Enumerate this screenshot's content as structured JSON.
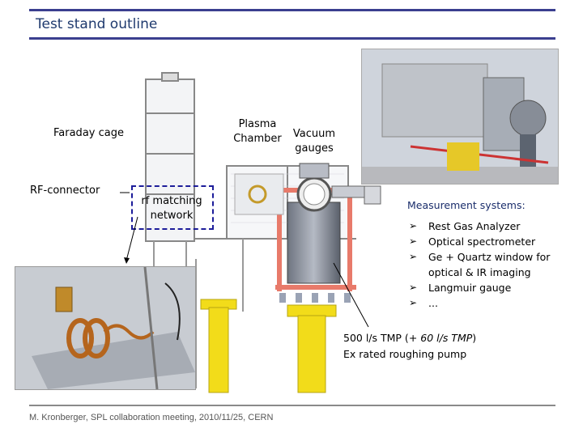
{
  "slide": {
    "title": "Test stand outline",
    "labels": {
      "faraday_cage": "Faraday cage",
      "plasma_chamber_line1": "Plasma",
      "plasma_chamber_line2": "Chamber",
      "vacuum_gauges_line1": "Vacuum",
      "vacuum_gauges_line2": "gauges",
      "rf_connector": "RF-connector",
      "rf_matching_line1": "rf matching",
      "rf_matching_line2": "network"
    },
    "measurement": {
      "title": "Measurement systems:",
      "items": [
        [
          "Rest Gas Analyzer"
        ],
        [
          "Optical spectrometer"
        ],
        [
          "Ge + Quartz window  for",
          "optical & IR imaging"
        ],
        [
          "Langmuir gauge"
        ],
        [
          "..."
        ]
      ]
    },
    "pump": {
      "line1_normal": "500 l/s TMP (",
      "line1_italic": "+ 60 l/s TMP",
      "line1_end": ")",
      "line2": "Ex rated roughing pump"
    },
    "footer": "M. Kronberger, SPL collaboration meeting, 2010/11/25, CERN"
  },
  "colors": {
    "title": "#1f3a6e",
    "rules": "#3b3f8f",
    "highlight_box": "#1d1d9a",
    "support_frame": "#e87a6a",
    "pedestal": "#f2dc1a"
  },
  "icons": {
    "bullet": "arrow-bullet-icon"
  }
}
